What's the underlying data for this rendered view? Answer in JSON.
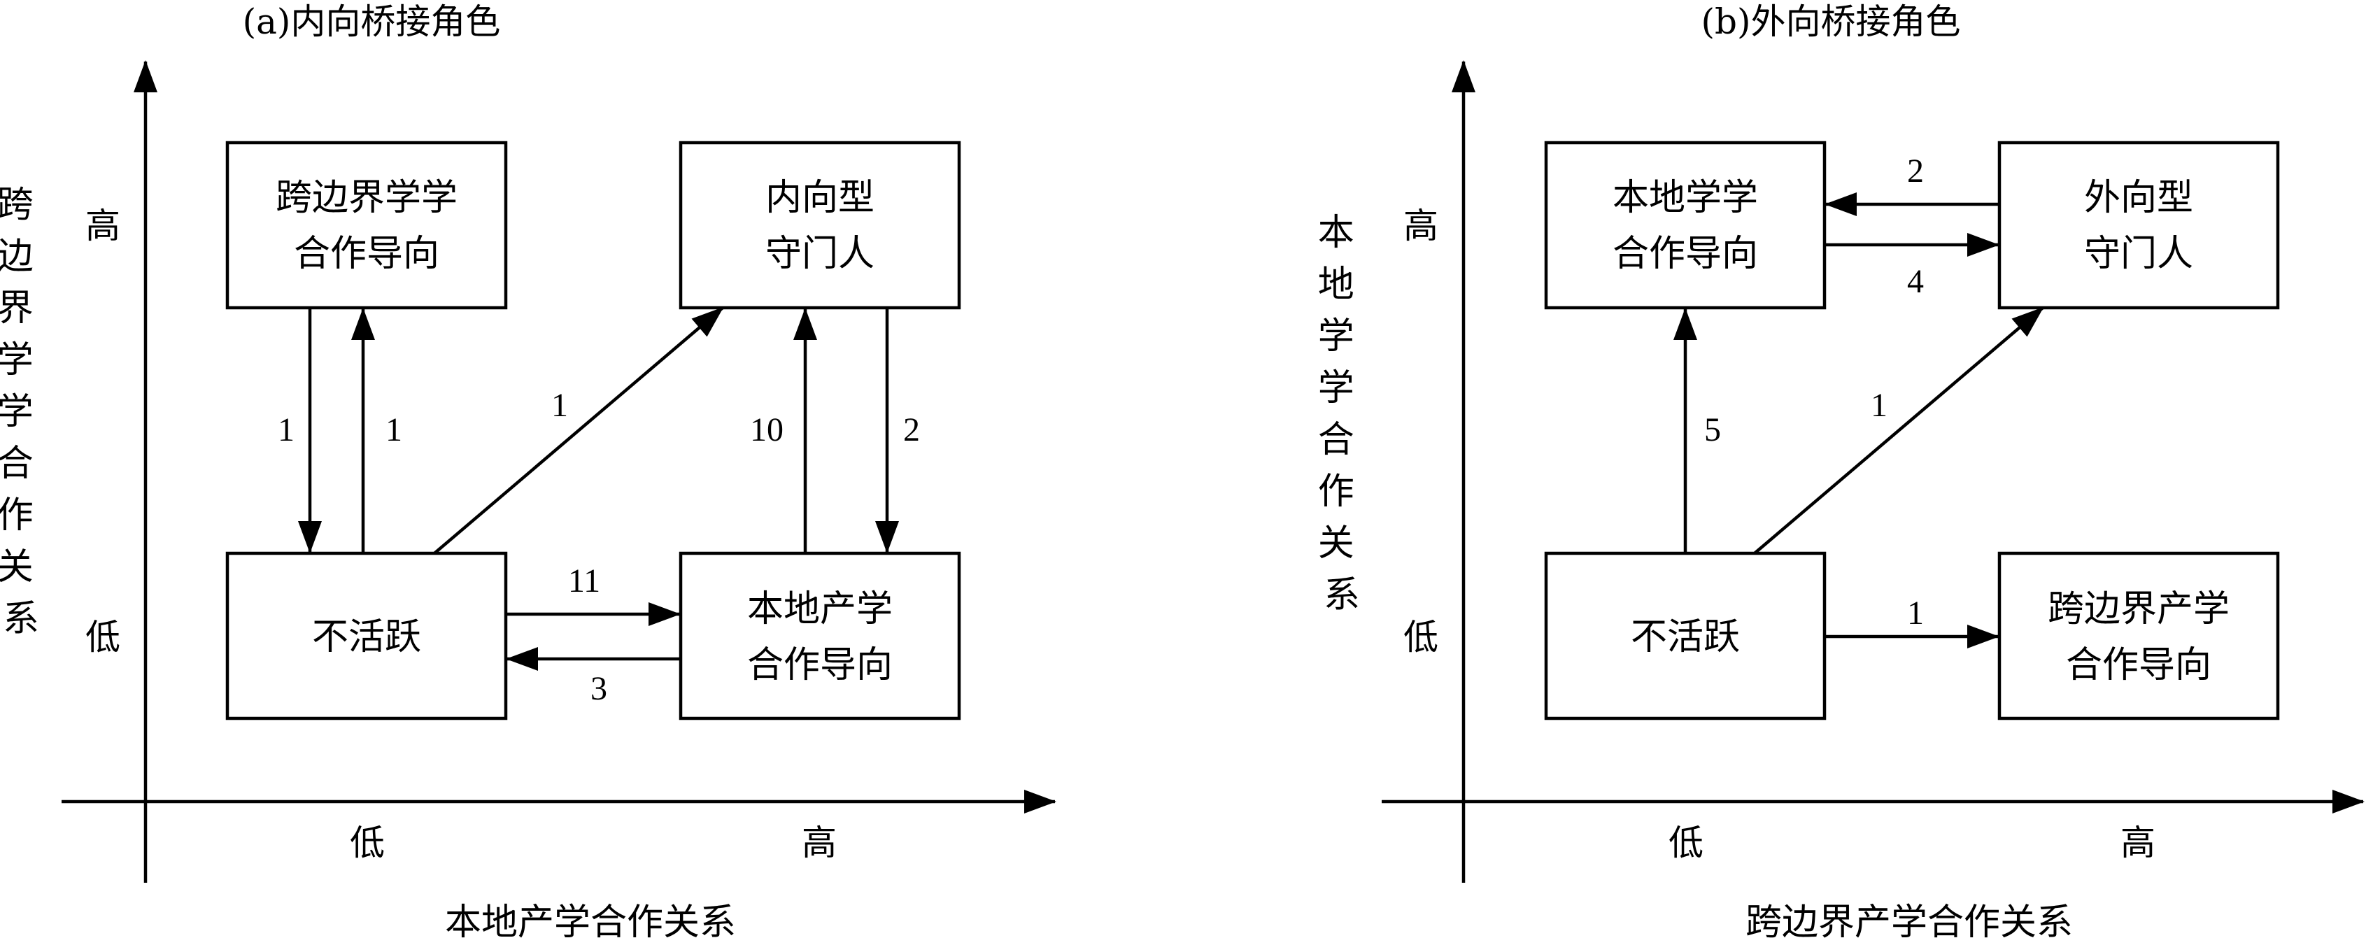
{
  "panels": [
    {
      "title": "(a)内向桥接角色",
      "y_label": "跨边界学学合作关系",
      "x_label": "本地产学合作关系",
      "y_ticks": {
        "high": "高",
        "low": "低"
      },
      "x_ticks": {
        "low": "低",
        "high": "高"
      },
      "boxes": {
        "top_left": [
          "跨边界学学",
          "合作导向"
        ],
        "top_right": [
          "内向型",
          "守门人"
        ],
        "bottom_left": [
          "不活跃"
        ],
        "bottom_right": [
          "本地产学",
          "合作导向"
        ]
      },
      "edges": {
        "tl_to_bl": "1",
        "bl_to_tl": "1",
        "bl_to_tr": "1",
        "br_to_tr": "10",
        "tr_to_br": "2",
        "bl_to_br": "11",
        "br_to_bl": "3"
      }
    },
    {
      "title": "(b)外向桥接角色",
      "y_label": "本地学学合作关系",
      "x_label": "跨边界产学合作关系",
      "y_ticks": {
        "high": "高",
        "low": "低"
      },
      "x_ticks": {
        "low": "低",
        "high": "高"
      },
      "boxes": {
        "top_left": [
          "本地学学",
          "合作导向"
        ],
        "top_right": [
          "外向型",
          "守门人"
        ],
        "bottom_left": [
          "不活跃"
        ],
        "bottom_right": [
          "跨边界产学",
          "合作导向"
        ]
      },
      "edges": {
        "tr_to_tl": "2",
        "tl_to_tr": "4",
        "bl_to_tl": "5",
        "bl_to_tr": "1",
        "bl_to_br": "1"
      }
    }
  ]
}
